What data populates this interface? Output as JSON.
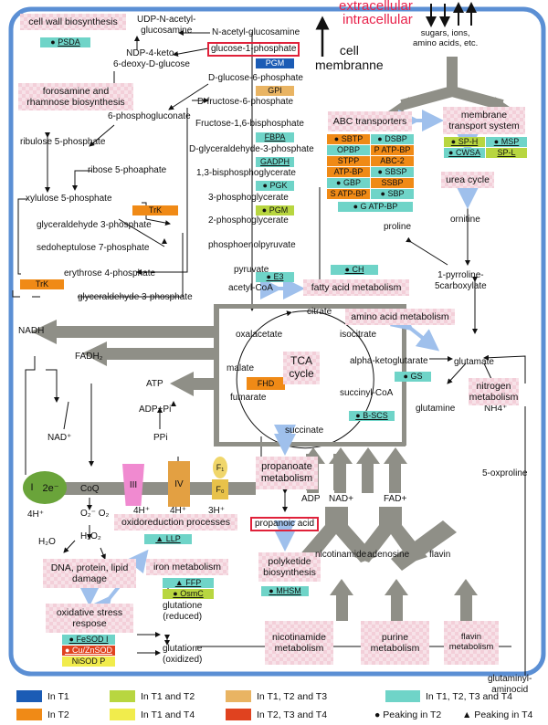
{
  "header": {
    "extracellular": "extracellular",
    "intracellular": "intracellular",
    "cell_membrane": "cell\nmembranne",
    "nutrients": "sugars, ions,\namino acids, etc."
  },
  "cell_wall": {
    "title": "cell wall biosynthesis",
    "psda": "PSDA",
    "udp": "UDP-N-acetyl-\nglucosamine",
    "ndp": "NDP-4-keto-\n6-deoxy-D-glucose",
    "forosamine": "forosamine and\nrhamnose biosynthesis"
  },
  "glycolysis": {
    "nag": "N-acetyl-glucosamine",
    "g1p": "glucose-1-phosphate",
    "pgm1": "PGM",
    "g6p": "D-glucose-6-phosphate",
    "gpi": "GPI",
    "f6p": "D-fructose-6-phosphate",
    "fbp": "Fructose-1,6-bisphosphate",
    "fbpa": "FBPA",
    "g3p": "D-glyceraldehyde-3-phosphate",
    "gadph": "GADPH",
    "bpg": "1,3-bisphosphoglycerate",
    "pgk": "PGK",
    "pg3": "3-phosphoglycerate",
    "pgm2": "PGM",
    "pg2": "2-phosphoglycerate",
    "pep": "phosphoenolpyruvate",
    "pyruvate": "pyruvate",
    "e3": "E3",
    "acoa": "acetyl-CoA"
  },
  "ppp": {
    "pgluconate": "6-phosphogluconate",
    "ribulose": "ribulose 5-phosphate",
    "ribose": "ribose 5-phoaphate",
    "xylulose": "xylulose 5-phosphate",
    "trk1": "TrK",
    "gald": "glyceraldehyde 3-phosphate",
    "sedo": "sedoheptulose 7-phosphate",
    "erythrose": "erythrose 4-phosphate",
    "trk2": "TrK",
    "gald2": "glyceraldehyde 3-phosphate"
  },
  "transport": {
    "abc": "ABC transporters",
    "membrane": "membrane\ntransport system",
    "abc_tags": [
      {
        "label": "SBTP",
        "color": "orange",
        "mark": "circle"
      },
      {
        "label": "DSBP",
        "color": "cyan",
        "mark": "circle"
      },
      {
        "label": "OPBP",
        "color": "cyan",
        "mark": ""
      },
      {
        "label": "P ATP-BP",
        "color": "orange",
        "mark": ""
      },
      {
        "label": "STPP",
        "color": "orange",
        "mark": ""
      },
      {
        "label": "ABC-2",
        "color": "orange",
        "mark": ""
      },
      {
        "label": "ATP-BP",
        "color": "orange",
        "mark": ""
      },
      {
        "label": "SBSP",
        "color": "cyan",
        "mark": "circle"
      },
      {
        "label": "GBP",
        "color": "cyan",
        "mark": "circle"
      },
      {
        "label": "SSBP",
        "color": "orange",
        "mark": ""
      },
      {
        "label": "S ATP-BP",
        "color": "orange",
        "mark": ""
      },
      {
        "label": "SBP",
        "color": "cyan",
        "mark": "circle"
      }
    ],
    "gatp": "G ATP-BP",
    "mts_tags": [
      {
        "label": "SP-H",
        "color": "lime",
        "mark": "circle"
      },
      {
        "label": "MSP",
        "color": "cyan",
        "mark": "circle"
      },
      {
        "label": "CWSA",
        "color": "cyan",
        "mark": "circle"
      },
      {
        "label": "SP-L",
        "color": "lime",
        "mark": ""
      }
    ],
    "urea": "urea cycle",
    "ornitine": "ornitine",
    "proline": "proline",
    "pyrroline": "1-pyrroline-\n5carboxylate"
  },
  "fatty": {
    "ch": "CH",
    "label": "fatty acid metabolism"
  },
  "tca": {
    "citrate": "citrate",
    "oxalacetate": "oxalacetate",
    "isocitrate": "isocitrate",
    "akg": "alpha-ketoglutarate",
    "malate": "malate",
    "fhd": "FHD",
    "fumarate": "fumarate",
    "succoa": "succinyl-CoA",
    "succinate": "succinate",
    "bscs": "B-SCS",
    "title": "TCA\ncycle"
  },
  "amino": {
    "title": "amino acid metabolism",
    "glutamate": "glutamate",
    "gs": "GS",
    "glutamine": "glutamine",
    "nh4": "NH4⁺",
    "nitrogen": "nitrogen\nmetabolism",
    "oxoproline": "5-oxproline",
    "glutaminyl": "glutaminyl-\naminocid"
  },
  "energy": {
    "nadh": "NADH",
    "fadh2": "FADH₂",
    "atp": "ATP",
    "adppi": "ADP+Pi",
    "ppi": "PPi",
    "nadp": "NAD⁺",
    "h4a": "4H⁺",
    "e2": "2e⁻",
    "coq": "CoQ",
    "i": "I",
    "iii": "III",
    "iv": "IV",
    "f1": "F₁",
    "f0": "F₀",
    "h4b": "4H⁺",
    "h4c": "4H⁺",
    "h3": "3H⁺",
    "o2": "O₂⁻ O₂",
    "h2o2": "H₂O₂",
    "h2o": "H₂O",
    "oxred": "oxidoreduction processes",
    "llp": "LLP"
  },
  "stress": {
    "dna": "DNA, protein, lipid\ndamage",
    "iron": "iron metabolism",
    "ffp": "FFP",
    "osmc": "OsmC",
    "oxidative": "oxidative stress\nrespose",
    "fesod": "FeSOD I",
    "cuzn": "Cu/ZnSOD",
    "nisod": "NiSOD P",
    "glut_red": "glutatione\n(reduced)",
    "glut_ox": "glutatione\n(oxidized)"
  },
  "cofactors": {
    "propanoate": "propanoate\nmetabolism",
    "propanoic": "propanoic acid",
    "polyketide": "polyketide\nbiosynthesis",
    "mhsm": "MHSM",
    "adp": "ADP",
    "nad": "NAD+",
    "fad": "FAD+",
    "nicotinamide": "nicotinamide",
    "adenosine": "adenosine",
    "flavin": "flavin",
    "nic_met": "nicotinamide\nmetabolism",
    "purine": "purine\nmetabolism",
    "flavin_met": "flavin\nmetabolism"
  },
  "legend": [
    {
      "color": "#1b5cb5",
      "label": "In T1"
    },
    {
      "color": "#b8d640",
      "label": "In T1 and T2"
    },
    {
      "color": "#e9b463",
      "label": "In T1, T2 and T3"
    },
    {
      "color": "#6fd4c8",
      "label": "In T1, T2, T3 and T4"
    },
    {
      "color": "#f08a16",
      "label": "In T2"
    },
    {
      "color": "#f1ec4c",
      "label": "In T1 and T4"
    },
    {
      "color": "#e0421f",
      "label": "In T2, T3 and T4"
    }
  ],
  "legend_marks": [
    {
      "symbol": "●",
      "label": "Peaking in T2"
    },
    {
      "symbol": "▲",
      "label": "Peaking in T4"
    }
  ],
  "colors": {
    "cell_border": "#5b8fd4",
    "arrow_grey": "#8f8f87",
    "membrane_arrow": "#a9c7ef"
  }
}
